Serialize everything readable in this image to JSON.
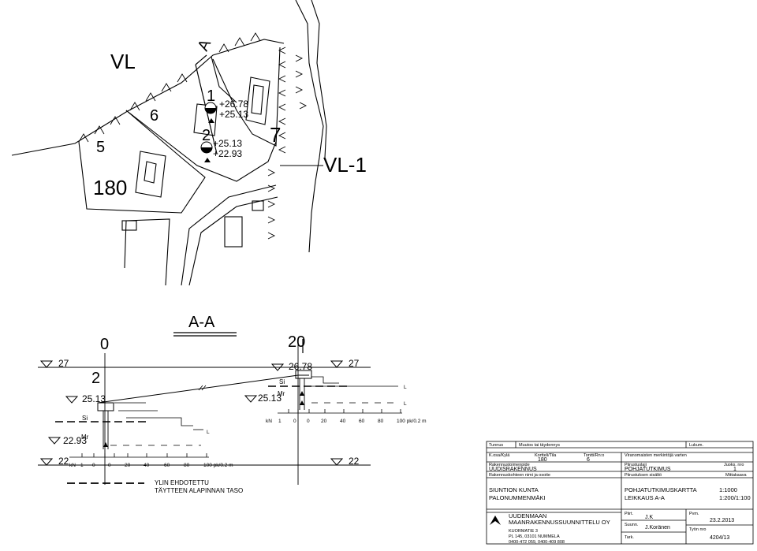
{
  "site_plan": {
    "zone_vl": "VL",
    "zone_vl1": "VL-1",
    "block_number": "180",
    "lot_6": "6",
    "lot_5": "5",
    "lot_7": "7",
    "section_marker": "A",
    "point_1": "1",
    "point_1_level_top": "+26.78",
    "point_1_level_bottom": "+25.13",
    "point_2": "2",
    "point_2_level_top": "+25.13",
    "point_2_level_bottom": "+22.93"
  },
  "section": {
    "title": "A-A",
    "x_label_0": "0",
    "x_label_20": "20",
    "level_27_left": "27",
    "level_27_right": "27",
    "level_22_left": "22",
    "level_22_right": "22",
    "point_2_label": "2",
    "bh2_surface": "25.13",
    "bh2_refusal": "22.93",
    "bh2_refusal_sup": "Mr",
    "bh2_soil": "Si",
    "bh1_surface": "26.78",
    "bh1_refusal": "25.13",
    "bh1_refusal_sup": "Mr",
    "bh1_soil": "Si",
    "side_mark_L": "L",
    "scale_kn": "kN",
    "scale_ticks": [
      "1",
      "0",
      "0",
      "20",
      "40",
      "60",
      "80",
      "100 pk/0.2 m"
    ]
  },
  "legend": {
    "line1": "YLIN EHDOTETTU",
    "line2": "TÄYTTEEN ALAPINNAN TASO"
  },
  "title_block": {
    "tunnus_label": "Tunnus",
    "muutos_label": "Muutos tai täydennys",
    "lukum_label": "Lukum.",
    "kosa_label": "K.osa/Kylä",
    "kortteli_label": "Kortteli/Tila",
    "kortteli_value": "180",
    "tontti_label": "Tontti/Rn:o",
    "tontti_value": "6",
    "viranomais_label": "Viranomaisten merkintöjä varten",
    "toimenpide_label": "Rakennustoimenpide",
    "toimenpide_value": "UUDISRAKENNUS",
    "piirustuslaji_label": "Piirustuslaji",
    "piirustuslaji_value": "POHJATUTKIMUS",
    "juoks_label": "Juoks. nro",
    "juoks_value": "1",
    "kohde_label": "Rakennuskohteen nimi ja osoite",
    "sisalto_label": "Piirustuksen sisältö",
    "mittakaava_label": "Mittakaava",
    "kohde_line1": "SIUNTION KUNTA",
    "kohde_line2": "PALONUMMENMÄKI",
    "sisalto_line1": "POHJATUTKIMUSKARTTA",
    "sisalto_line2": "LEIKKAUS A-A",
    "scale_line1": "1:1000",
    "scale_line2": "1:200/1:100",
    "company_line1": "UUDENMAAN",
    "company_line2": "MAANRAKENNUSSUUNNITTELU OY",
    "address_line1": "KUORMATIE 3",
    "address_line2": "PL 145, 03101 NUMMELA",
    "address_line3": "0400-472 059, 0400-409 808",
    "piirt_label": "Piirt.",
    "piirt_value": "J.K",
    "suunn_label": "Suunn.",
    "suunn_value": "J.Koränen",
    "tark_label": "Tark.",
    "pvm_label": "Pvm.",
    "pvm_value": "23.2.2013",
    "tyon_label": "Työn nro",
    "tyon_value": "4204/13"
  }
}
